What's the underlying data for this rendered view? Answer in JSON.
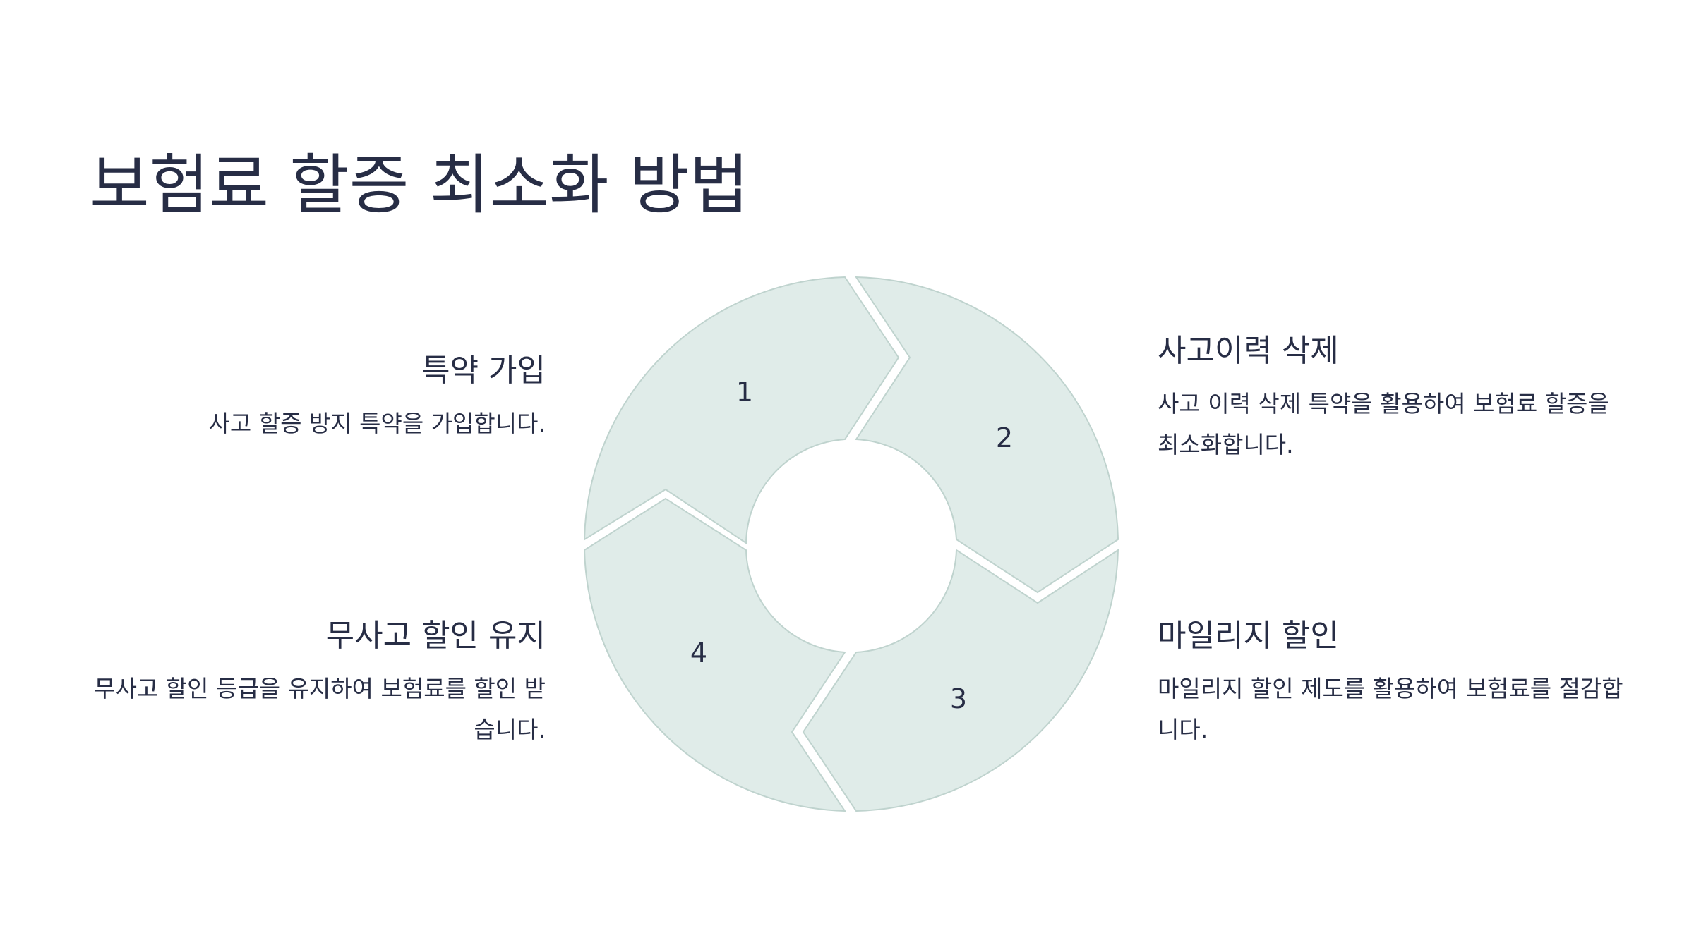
{
  "title": "보험료 할증 최소화 방법",
  "colors": {
    "text": "#272d45",
    "segment_fill": "#e0ece9",
    "segment_stroke": "#bfd3ce",
    "background": "#ffffff"
  },
  "cycle": {
    "segments": [
      "1",
      "2",
      "3",
      "4"
    ]
  },
  "steps": [
    {
      "number": "1",
      "title": "특약 가입",
      "description": "사고 할증 방지 특약을 가입합니다."
    },
    {
      "number": "2",
      "title": "사고이력 삭제",
      "description": "사고 이력 삭제 특약을 활용하여 보험료 할증을 최소화합니다."
    },
    {
      "number": "3",
      "title": "마일리지 할인",
      "description": "마일리지 할인 제도를 활용하여 보험료를 절감합니다."
    },
    {
      "number": "4",
      "title": "무사고 할인 유지",
      "description": "무사고 할인 등급을 유지하여 보험료를 할인 받습니다."
    }
  ]
}
